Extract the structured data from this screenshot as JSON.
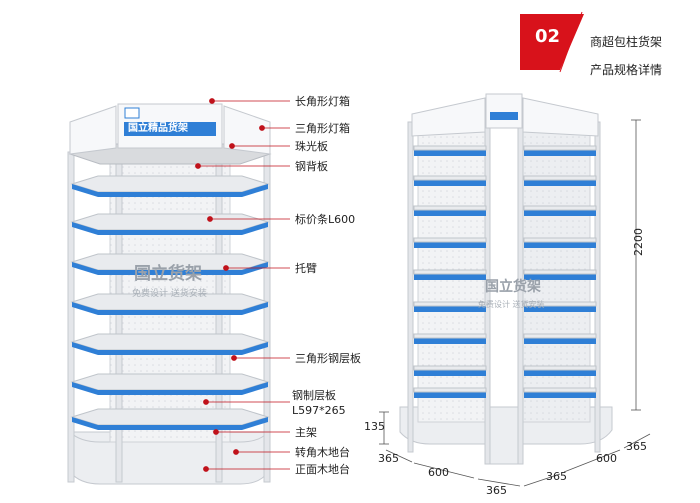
{
  "header": {
    "number": "02",
    "title": "商超包柱货架",
    "subtitle": "产品规格详情",
    "accent_color": "#d8121b"
  },
  "brand": {
    "logo_text": "国立精品货架",
    "watermark_title": "国立货架",
    "watermark_sub": "免费设计 送货安装"
  },
  "callouts": [
    "长角形灯箱",
    "三角形灯箱",
    "珠光板",
    "钢背板",
    "标价条L600",
    "托臂",
    "三角形钢层板",
    "钢制层板",
    "L597*265",
    "主架",
    "转角木地台",
    "正面木地台"
  ],
  "dimensions": {
    "height": "2200",
    "base_height": "135",
    "left_corner": "365",
    "left_front": "600",
    "left_corner_2": "365",
    "right_corner": "365",
    "right_front": "600",
    "right_corner_2": "365"
  },
  "colors": {
    "shelf_blue": "#2f7fd6",
    "frame": "#e4e6ea",
    "callout_dot": "#c0121b"
  }
}
